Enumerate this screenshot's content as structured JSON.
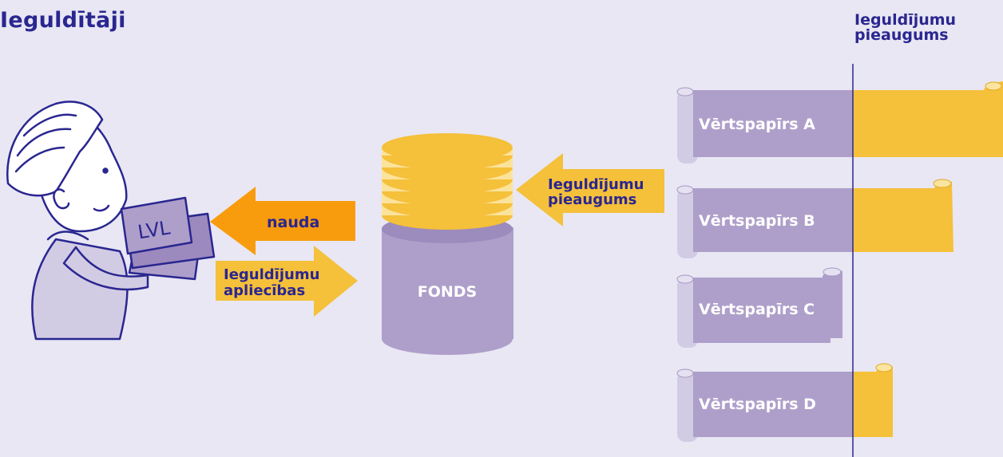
{
  "title": "Ieguldītāji",
  "growth_header": [
    "Ieguldījumu",
    "pieaugums"
  ],
  "investor": {
    "card_label": "LVL"
  },
  "arrows": {
    "money": "nauda",
    "certificates": [
      "Ieguldījumu",
      "apliecības"
    ],
    "growth": [
      "Ieguldījumu",
      "pieaugums"
    ]
  },
  "fund": {
    "label": "FONDS"
  },
  "securities": [
    {
      "label": "Vērtspapīrs A"
    },
    {
      "label": "Vērtspapīrs B"
    },
    {
      "label": "Vērtspapīrs C"
    },
    {
      "label": "Vērtspapīrs D"
    }
  ],
  "colors": {
    "background": "#e8e7f3",
    "text": "#2a2690",
    "purple": "#ae9fca",
    "yellow": "#f5c03a",
    "orange": "#f89c0e",
    "cream": "#fce39c"
  }
}
